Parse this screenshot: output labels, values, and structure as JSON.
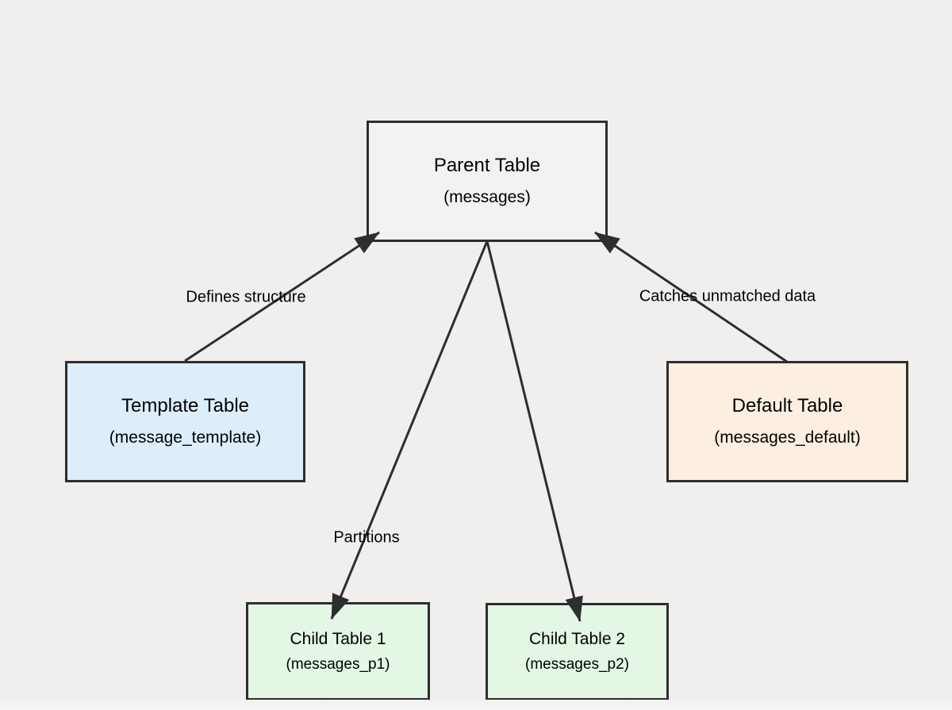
{
  "diagram": {
    "type": "entity-relationship-diagram",
    "background_color": "#f0efed",
    "stroke_color": "#2e2e2e",
    "nodes": {
      "parent": {
        "title": "Parent Table",
        "subtitle": "(messages)",
        "fill": "#f2f2f1"
      },
      "template": {
        "title": "Template Table",
        "subtitle": "(message_template)",
        "fill": "#ddeefb"
      },
      "default_table": {
        "title": "Default Table",
        "subtitle": "(messages_default)",
        "fill": "#fcefe2"
      },
      "child1": {
        "title": "Child Table 1",
        "subtitle": "(messages_p1)",
        "fill": "#e3f7e4"
      },
      "child2": {
        "title": "Child Table 2",
        "subtitle": "(messages_p2)",
        "fill": "#e3f7e4"
      }
    },
    "edge_labels": {
      "defines_structure": "Defines structure",
      "catches_unmatched": "Catches unmatched data",
      "partitions": "Partitions"
    },
    "edges": [
      {
        "from": "template",
        "to": "parent",
        "label": "Defines structure",
        "arrowhead_at": "parent"
      },
      {
        "from": "default_table",
        "to": "parent",
        "label": "Catches unmatched data",
        "arrowhead_at": "parent"
      },
      {
        "from": "parent",
        "to": "child1",
        "label": "Partitions",
        "arrowhead_at": "child1"
      },
      {
        "from": "parent",
        "to": "child2",
        "label": "",
        "arrowhead_at": "child2"
      }
    ]
  }
}
